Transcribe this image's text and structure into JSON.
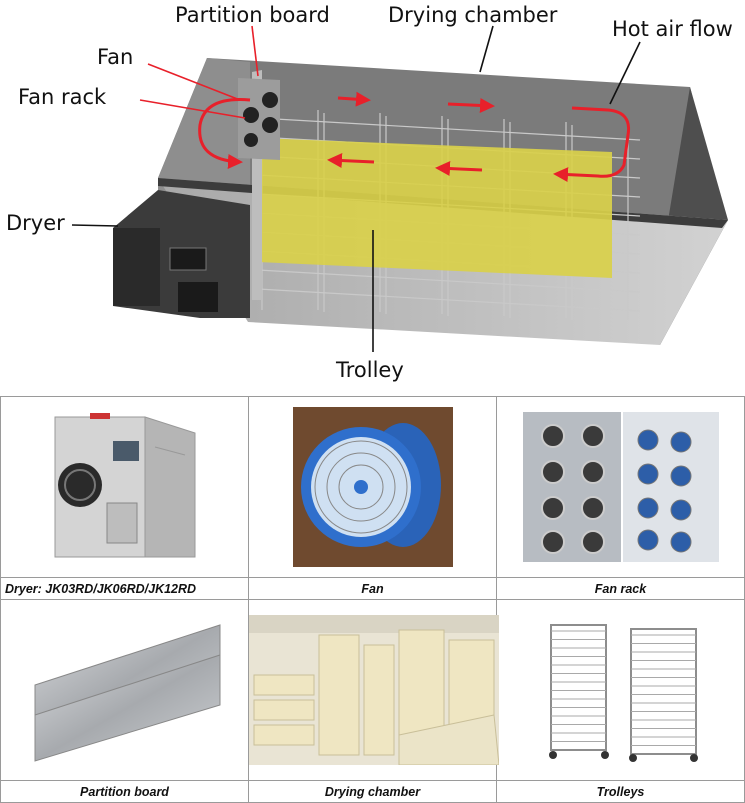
{
  "diagram": {
    "labels": {
      "partition_board": "Partition board",
      "drying_chamber": "Drying chamber",
      "hot_air_flow": "Hot air flow",
      "fan": "Fan",
      "fan_rack": "Fan rack",
      "dryer": "Dryer",
      "trolley": "Trolley"
    },
    "colors": {
      "arrow": "#e8202a",
      "partition": "#d9d04a",
      "chamber_wall": "#6a6a6a",
      "chamber_floor": "#bdbdbd"
    }
  },
  "gallery": {
    "captions": [
      "Dryer: JK03RD/JK06RD/JK12RD",
      "Fan",
      "Fan rack",
      "Partition board",
      "Drying chamber",
      "Trolleys"
    ]
  }
}
